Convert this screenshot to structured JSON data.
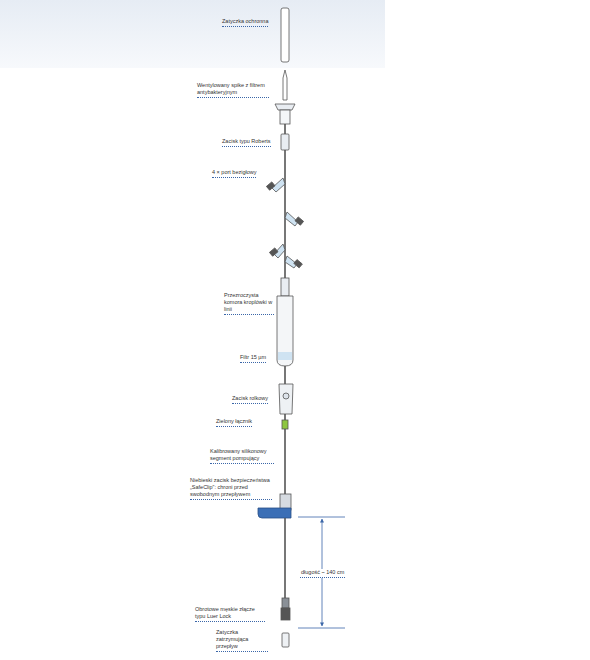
{
  "diagram": {
    "labels": [
      "Zatyczka ochronna",
      "Wentylowany spike z filtrem antybakteryjnym",
      "Zacisk typu Roberts",
      "4 × port bezigłowy",
      "Przezroczysta komora kroplówki w linii",
      "Filtr 15 µm",
      "Zacisk rolkowy",
      "Zielony łącznik",
      "Kalibrowany silikonowy segment pompujący",
      "Niebieski zacisk bezpieczeństwa „SafeClip”: chroni przed swobodnym przepływem",
      "długość ~ 140 cm",
      "Obrotowe męskie złącze typu Luer Lock",
      "Zatyczka zatrzymująca przepływ"
    ]
  }
}
